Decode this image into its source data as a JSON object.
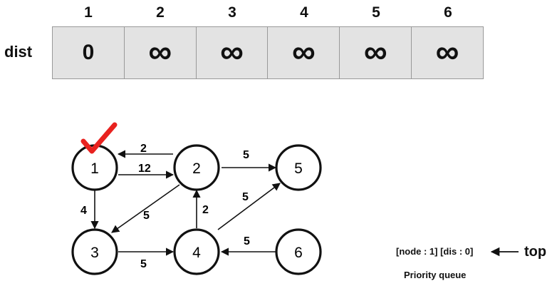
{
  "dist": {
    "label": "dist",
    "indices": [
      "1",
      "2",
      "3",
      "4",
      "5",
      "6"
    ],
    "values": [
      "0",
      "∞",
      "∞",
      "∞",
      "∞",
      "∞"
    ]
  },
  "graph": {
    "nodes": [
      {
        "id": "1",
        "label": "1",
        "checked": true
      },
      {
        "id": "2",
        "label": "2"
      },
      {
        "id": "3",
        "label": "3"
      },
      {
        "id": "4",
        "label": "4"
      },
      {
        "id": "5",
        "label": "5"
      },
      {
        "id": "6",
        "label": "6"
      }
    ],
    "edges": [
      {
        "from": "2",
        "to": "1",
        "weight": "2"
      },
      {
        "from": "1",
        "to": "2",
        "weight": "12"
      },
      {
        "from": "2",
        "to": "5",
        "weight": "5"
      },
      {
        "from": "1",
        "to": "3",
        "weight": "4"
      },
      {
        "from": "2",
        "to": "3",
        "weight": "5"
      },
      {
        "from": "4",
        "to": "2",
        "weight": "2"
      },
      {
        "from": "4",
        "to": "5",
        "weight": "5"
      },
      {
        "from": "3",
        "to": "4",
        "weight": "5"
      },
      {
        "from": "6",
        "to": "4",
        "weight": "5"
      }
    ],
    "check_color": "#e8221f"
  },
  "priority_queue": {
    "entry": "[node : 1] [dis : 0]",
    "top_label": "top",
    "caption": "Priority queue"
  }
}
